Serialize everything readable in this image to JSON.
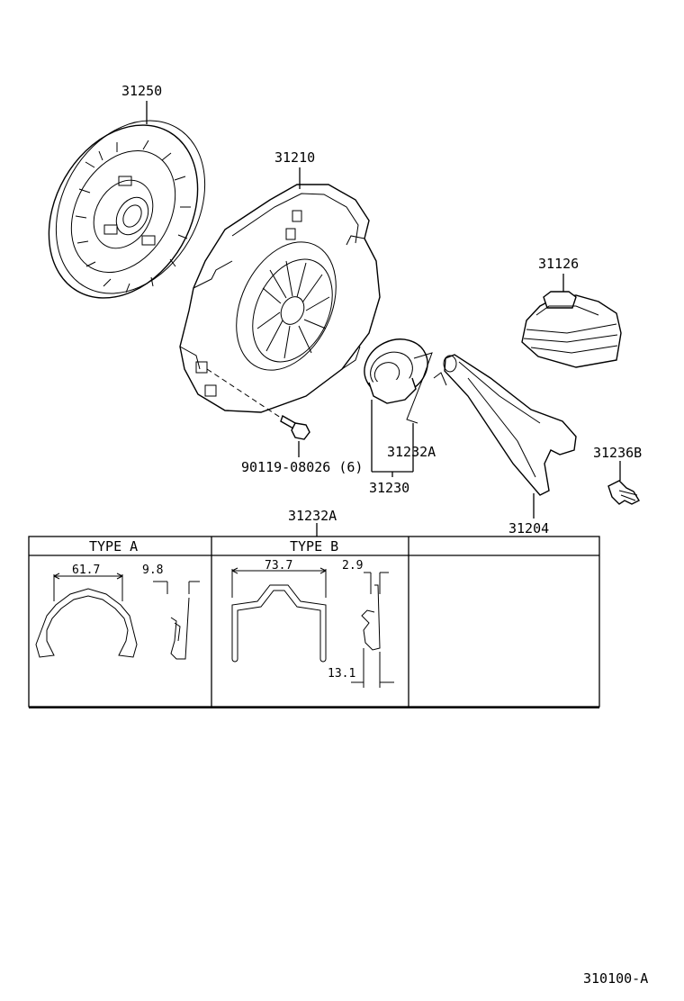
{
  "parts": {
    "clutch_disc": "31250",
    "clutch_cover": "31210",
    "boot": "31126",
    "hub_clip": "31232A",
    "bearing_assembly": "31230",
    "bolt": "90119-08026 (6)",
    "fork_support": "31236B",
    "release_fork": "31204"
  },
  "table": {
    "header_part": "31232A",
    "type_a": "TYPE  A",
    "type_b": "TYPE  B",
    "type_a_width": "61.7",
    "type_a_depth": "9.8",
    "type_b_width": "73.7",
    "type_b_depth": "2.9",
    "type_b_height": "13.1"
  },
  "footer": {
    "figure_code": "310100-A"
  }
}
